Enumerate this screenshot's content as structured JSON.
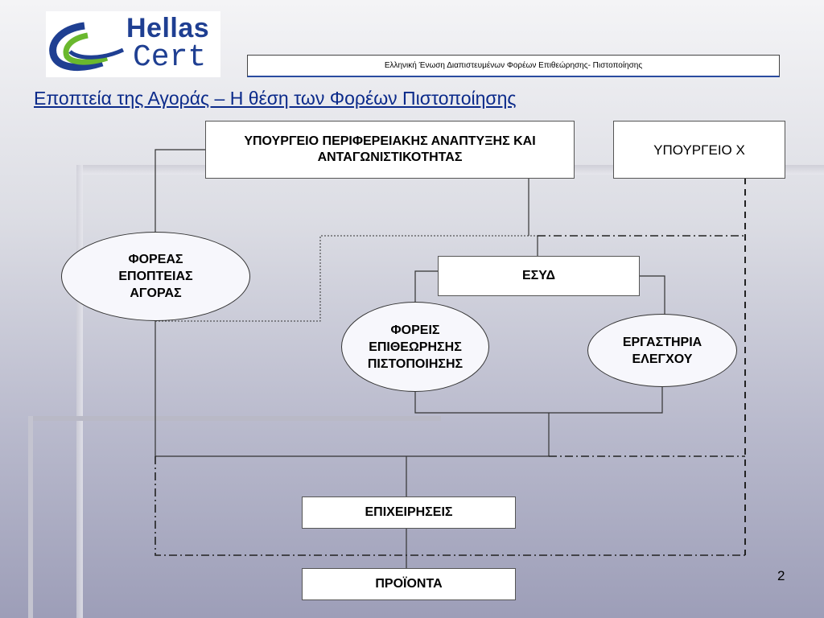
{
  "header": {
    "org_name": "Ελληνική Ένωση Διαπιστευμένων Φορέων Επιθεώρησης- Πιστοποίησης"
  },
  "logo": {
    "line1": "Hellas",
    "line2": "Cert"
  },
  "title": "Εποπτεία της Αγοράς – Η θέση των Φορέων Πιστοποίησης",
  "nodes": {
    "ministry_dev": "ΥΠΟΥΡΓΕΙΟ ΠΕΡΙΦΕΡΕΙΑΚΗΣ ΑΝΑΠΤΥΞΗΣ ΚΑΙ ΑΝΤΑΓΩΝΙΣΤΙΚΟΤΗΤΑΣ",
    "ministry_x": "ΥΠΟΥΡΓΕΙΟ Χ",
    "market_supervision": "ΦΟΡΕΑΣ ΕΠΟΠΤΕΙΑΣ ΑΓΟΡΑΣ",
    "esyd": "ΕΣΥΔ",
    "inspection_bodies": "ΦΟΡΕΙΣ ΕΠΙΘΕΩΡΗΣΗΣ ΠΙΣΤΟΠΟΙΗΣΗΣ",
    "labs": "ΕΡΓΑΣΤΗΡΙΑ ΕΛΕΓΧΟΥ",
    "businesses": "ΕΠΙΧΕΙΡΗΣΕΙΣ",
    "products": "ΠΡΟΪΟΝΤΑ"
  },
  "page_number": "2",
  "colors": {
    "title": "#0b2a8a",
    "logo_blue": "#1f3f92",
    "logo_green": "#6ab82e",
    "header_underline": "#2a4ba0"
  }
}
